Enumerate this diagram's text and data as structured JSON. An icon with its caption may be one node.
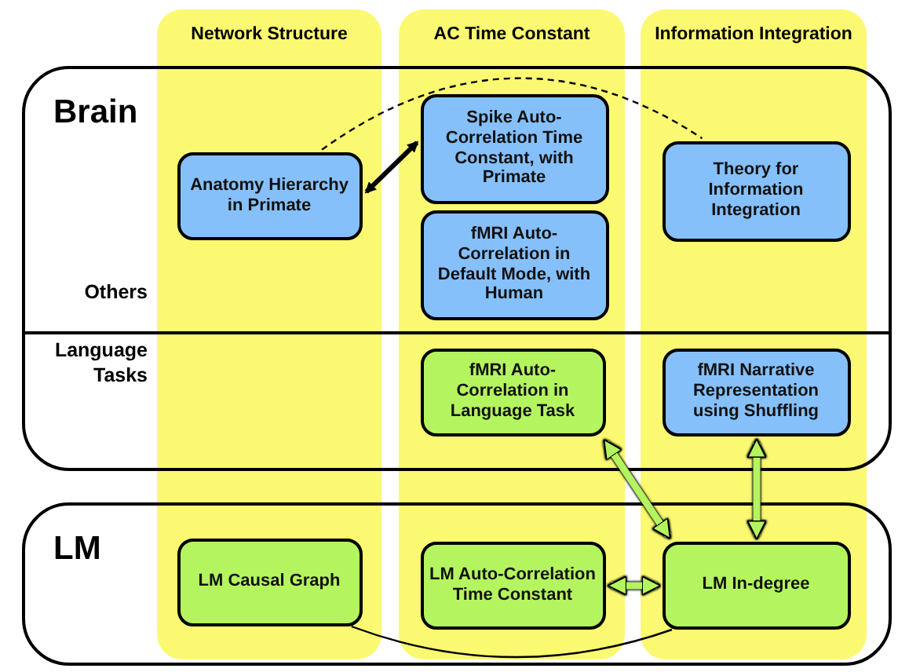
{
  "diagram": {
    "nodes": [
      {
        "text": [
          "Brain"
        ]
      },
      {
        "text": [
          "LM"
        ]
      },
      {
        "text": [
          "Anatomy Hierarchy in Primate"
        ],
        "in": 0
      },
      {
        "text": [
          "Spike Auto-Correlation Time Constant, with Primate"
        ],
        "in": 0
      },
      {
        "text": [
          "fMRI Auto-Correlation in Default Mode, with Human"
        ],
        "in": 0
      },
      {
        "text": [
          "Theory for Information Integration"
        ],
        "in": 0
      },
      {
        "text": [
          "fMRI Auto-Correlation in Language Task"
        ],
        "in": 0
      },
      {
        "text": [
          "fMRI Narrative Representation using Shuffling"
        ],
        "in": 0
      },
      {
        "text": [
          "LM Causal Graph"
        ],
        "in": 1
      },
      {
        "text": [
          "LM Auto-Correlation Time Constant"
        ],
        "in": 1
      },
      {
        "text": [
          "LM In-degree"
        ],
        "in": 1
      }
    ],
    "edges": [
      {
        "from": 2,
        "to": 3,
        "arrow": "both"
      },
      {
        "from": 2,
        "to": 5,
        "arrow": "none",
        "style": "dashed"
      },
      {
        "from": 6,
        "to": 10,
        "arrow": "both",
        "color": "#b4f55f"
      },
      {
        "from": 7,
        "to": 10,
        "arrow": "both",
        "color": "#b4f55f"
      },
      {
        "from": 9,
        "to": 10,
        "arrow": "both",
        "color": "#b4f55f"
      },
      {
        "from": 8,
        "to": 10,
        "arrow": "none"
      }
    ],
    "labels": [
      "Network Structure",
      "AC Time Constant",
      "Information Integration",
      "Others",
      "Language Tasks"
    ]
  }
}
